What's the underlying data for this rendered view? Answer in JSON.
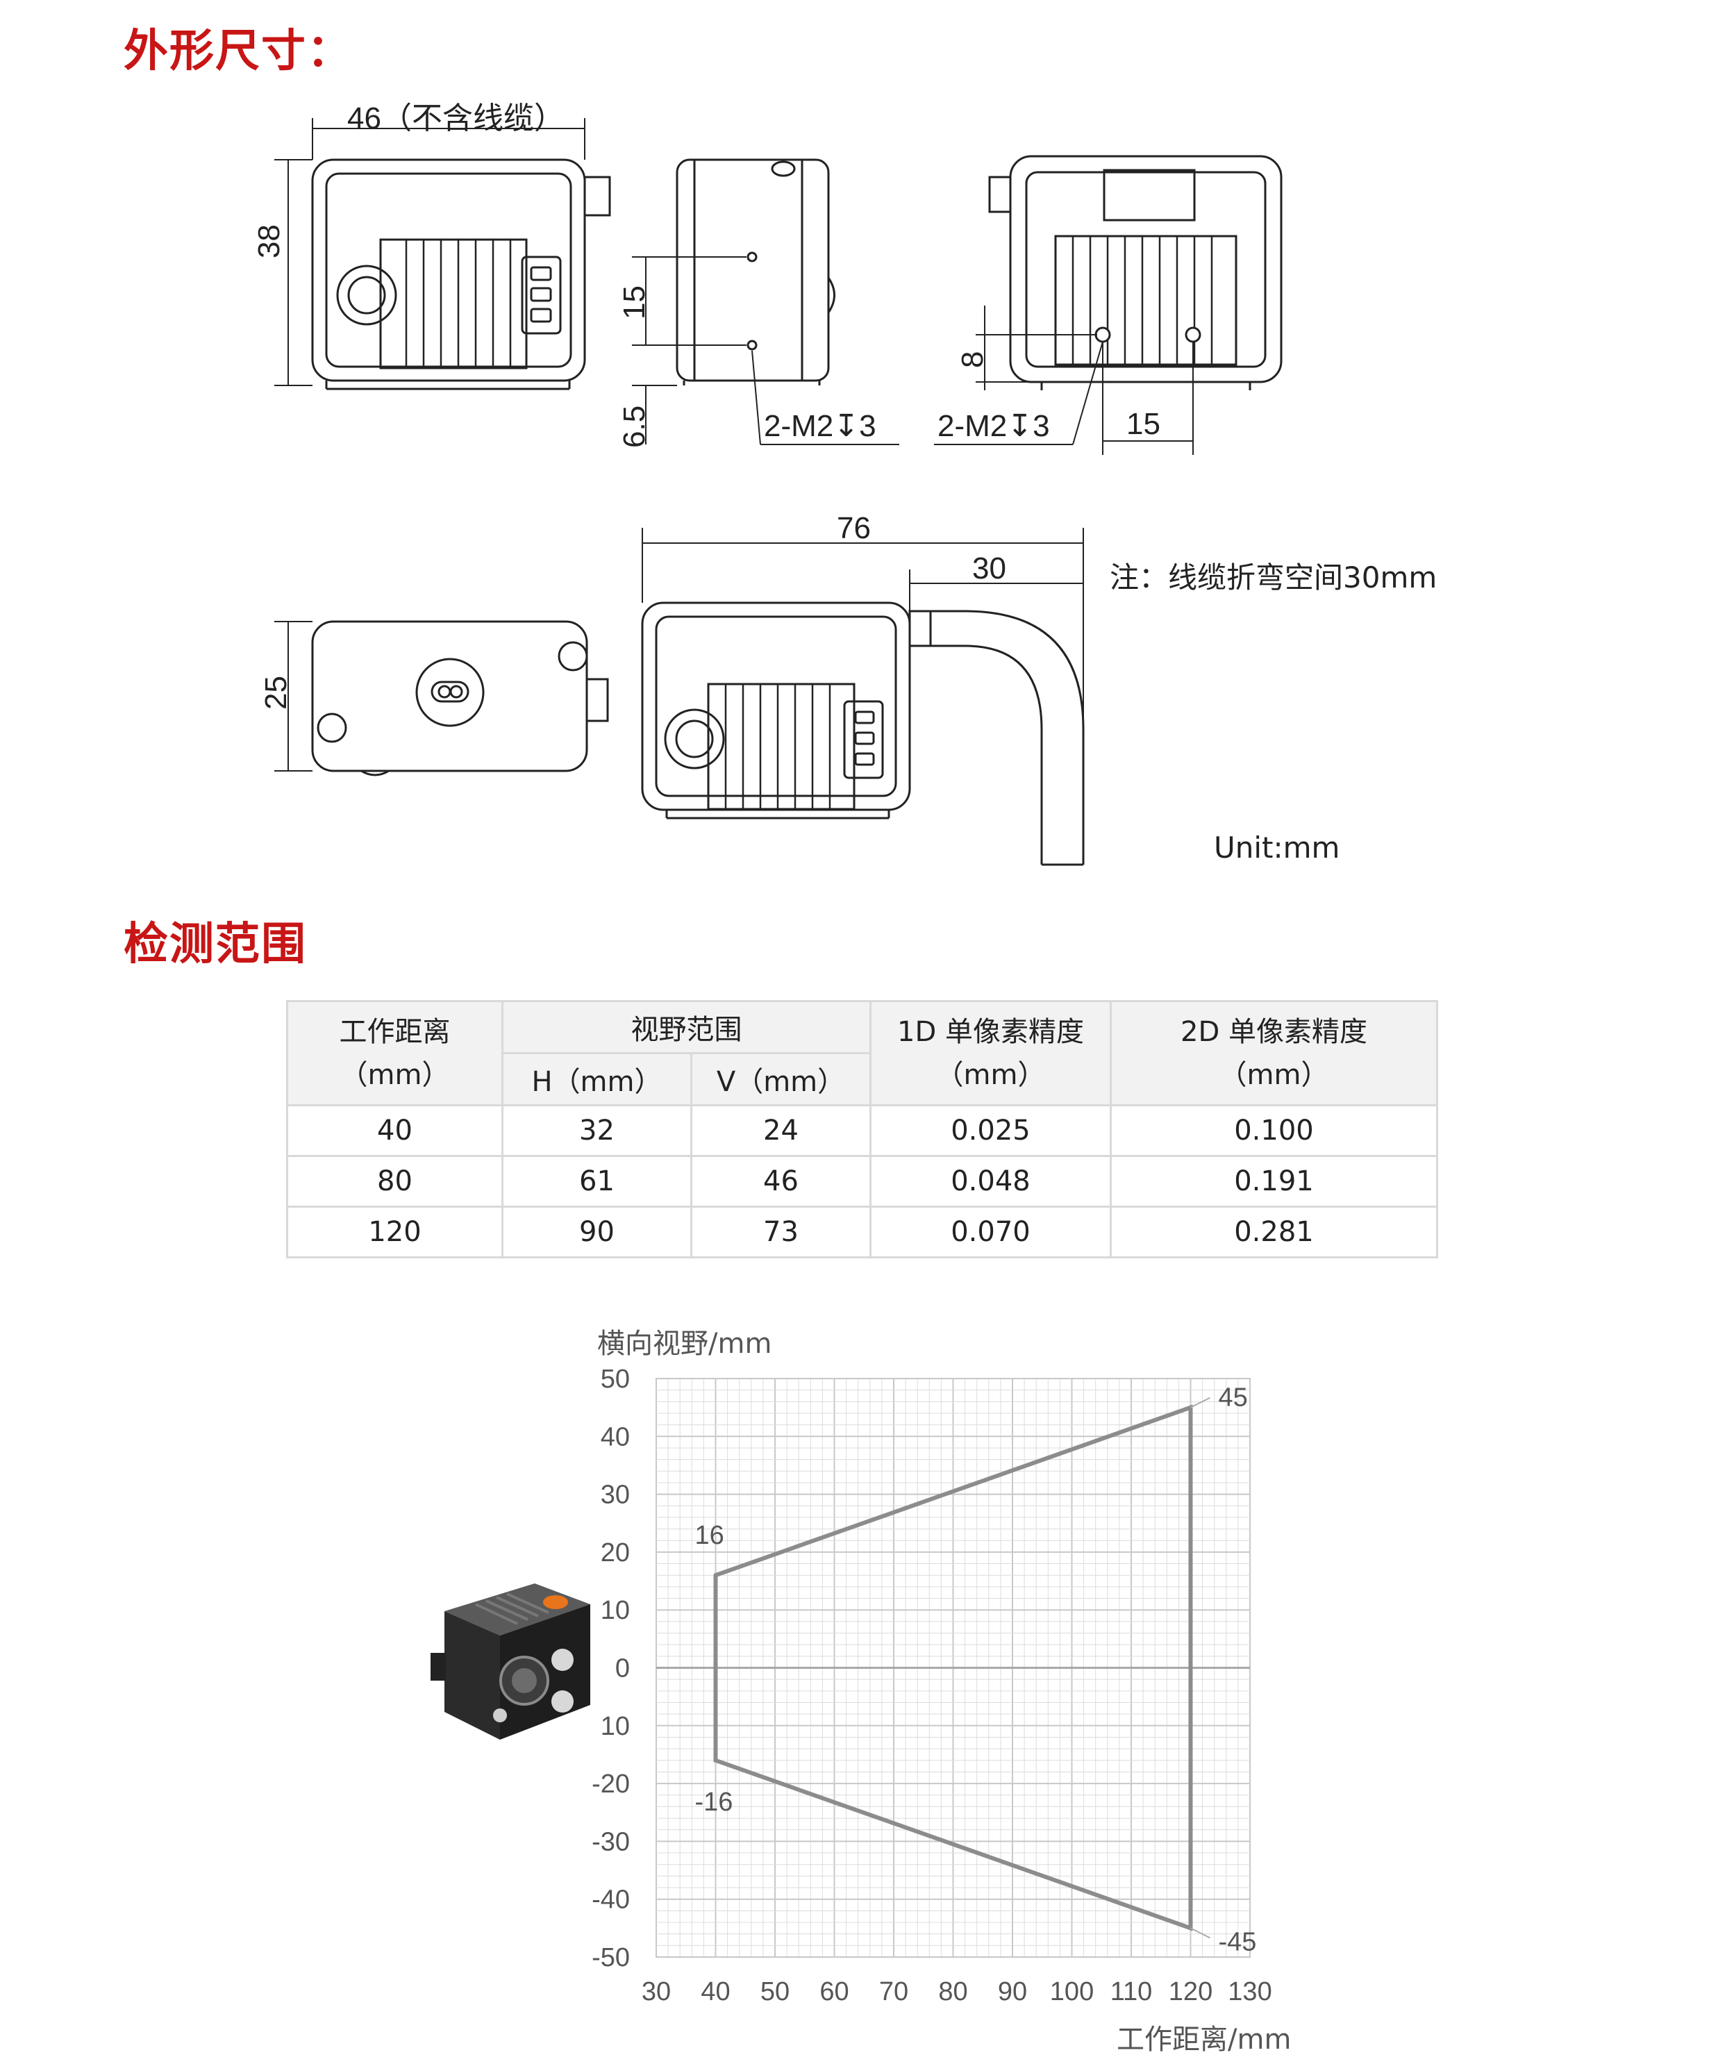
{
  "sections": {
    "dimensions_title": "外形尺寸：",
    "range_title": "检测范围"
  },
  "drawing": {
    "front_width": "46（不含线缆）",
    "front_height": "38",
    "side_hole_spacing": "15",
    "side_offset": "6.5",
    "side_screw": "2-M2↧3",
    "back_screw": "2-M2↧3",
    "back_offset": "8",
    "back_hole_spacing": "15",
    "bottom_height": "25",
    "cable_total": "76",
    "cable_bend": "30",
    "cable_note": "注：线缆折弯空间30mm",
    "unit": "Unit:mm"
  },
  "table": {
    "headers": {
      "distance": "工作距离",
      "distance_unit": "（mm）",
      "fov": "视野范围",
      "h": "H（mm）",
      "v": "V（mm）",
      "precision_1d": "1D 单像素精度",
      "precision_1d_unit": "（mm）",
      "precision_2d": "2D 单像素精度",
      "precision_2d_unit": "（mm）"
    },
    "rows": [
      [
        "40",
        "32",
        "24",
        "0.025",
        "0.100"
      ],
      [
        "80",
        "61",
        "46",
        "0.048",
        "0.191"
      ],
      [
        "120",
        "90",
        "73",
        "0.070",
        "0.281"
      ]
    ]
  },
  "chart_data": {
    "type": "area",
    "ylabel": "横向视野/mm",
    "xlabel": "工作距离/mm",
    "xlim": [
      30,
      130
    ],
    "ylim": [
      -50,
      50
    ],
    "x_ticks": [
      "30",
      "40",
      "50",
      "60",
      "70",
      "80",
      "90",
      "100",
      "110",
      "120",
      "130"
    ],
    "y_ticks": [
      "50",
      "40",
      "30",
      "20",
      "10",
      "0",
      "10",
      "-20",
      "-30",
      "-40",
      "-50"
    ],
    "grid": true,
    "series": [
      {
        "x": [
          40,
          120,
          120,
          40,
          40
        ],
        "y": [
          16,
          45,
          -45,
          -16,
          16
        ]
      }
    ],
    "annotations": [
      {
        "x": 40,
        "y": 16,
        "text": "16"
      },
      {
        "x": 40,
        "y": -16,
        "text": "-16"
      },
      {
        "x": 120,
        "y": 45,
        "text": "45"
      },
      {
        "x": 120,
        "y": -45,
        "text": "-45"
      }
    ],
    "line_color": "#8c8c8c",
    "grid_color": "#dcdcdc"
  }
}
